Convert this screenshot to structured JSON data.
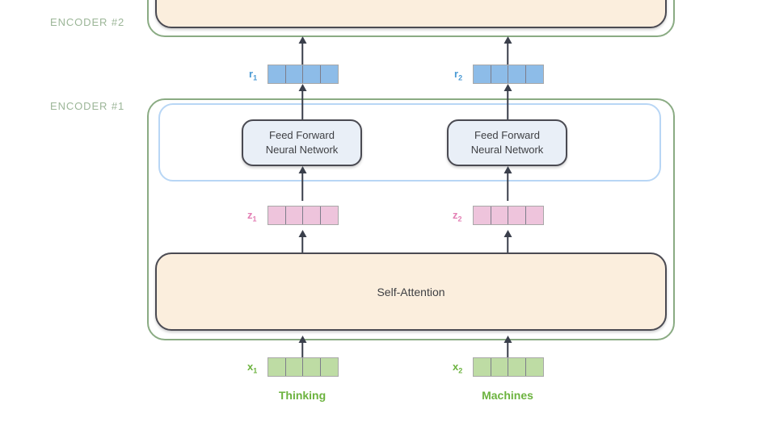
{
  "encoders": [
    {
      "id": "encoder2",
      "label": "ENCODER #2"
    },
    {
      "id": "encoder1",
      "label": "ENCODER #1"
    }
  ],
  "blocks": {
    "self_attention_label": "Self-Attention",
    "feed_forward_line1": "Feed Forward",
    "feed_forward_line2": "Neural Network"
  },
  "columns": [
    {
      "word": "Thinking",
      "input_label": "x",
      "input_subscript": "1",
      "attention_output_label": "z",
      "attention_output_subscript": "1",
      "encoder_output_label": "r",
      "encoder_output_subscript": "1"
    },
    {
      "word": "Machines",
      "input_label": "x",
      "input_subscript": "2",
      "attention_output_label": "z",
      "attention_output_subscript": "2",
      "encoder_output_label": "r",
      "encoder_output_subscript": "2"
    }
  ],
  "vectors": {
    "cell_count": 4,
    "input_color": "#bedca4",
    "attention_output_color": "#eec4dc",
    "encoder_output_color": "#8dbce8"
  },
  "colors": {
    "encoder_frame": "#8aab83",
    "encoder_label_text": "#9cb698",
    "self_attention_fill": "#fbeedd",
    "feed_forward_fill": "#e9eff7",
    "feed_forward_container_border": "#b8d6f5",
    "block_border": "#4a4a52",
    "arrow": "#3a3f4b",
    "word_text": "#6cb33f",
    "x_label_text": "#6cb33f",
    "z_label_text": "#e37fb4",
    "r_label_text": "#4a9ad4",
    "background": "#ffffff"
  }
}
